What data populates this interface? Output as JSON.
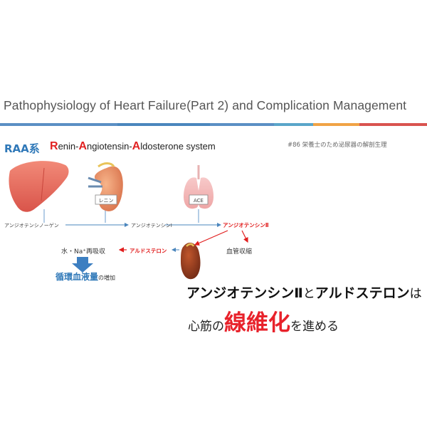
{
  "slide": {
    "title": "Pathophysiology of Heart Failure(Part 2) and Complication Management",
    "source_note": "#86 栄養士のため泌尿器の解剖生理",
    "bar_colors": [
      "#5b8fc4",
      "#4a86bd",
      "#5b8fc4",
      "#5aa5c9",
      "#f0a345",
      "#d9534f"
    ]
  },
  "raa": {
    "abbr": "RAA系",
    "name_parts": [
      {
        "cap": "R",
        "rest": "enin-"
      },
      {
        "cap": "A",
        "rest": "ngiotensin-"
      },
      {
        "cap": "A",
        "rest": "ldosterone system"
      }
    ]
  },
  "organs": {
    "kidney_tag": "レニン",
    "lung_tag": "ACE"
  },
  "flow": {
    "angiotensinogen": "アンジオテンシノーゲン",
    "angiotensin1": "アンジオテンシンⅠ",
    "angiotensin2": "アンジオテンシンⅡ",
    "aldosterone": "アルドステロン",
    "reabsorption": "水・Na⁺再吸収",
    "vasoconstriction": "血管収縮",
    "blood_volume": "循環血液量",
    "blood_volume_suffix": "の増加"
  },
  "message": {
    "line1_a": "アンジオテンシンⅡ",
    "line1_b": "と",
    "line1_c": "アルドステロン",
    "line1_d": "は",
    "line2_a": "心筋の",
    "line2_b": "線維化",
    "line2_c": "を進める"
  },
  "colors": {
    "accent_blue": "#2f78b8",
    "accent_red": "#e11d1d"
  }
}
